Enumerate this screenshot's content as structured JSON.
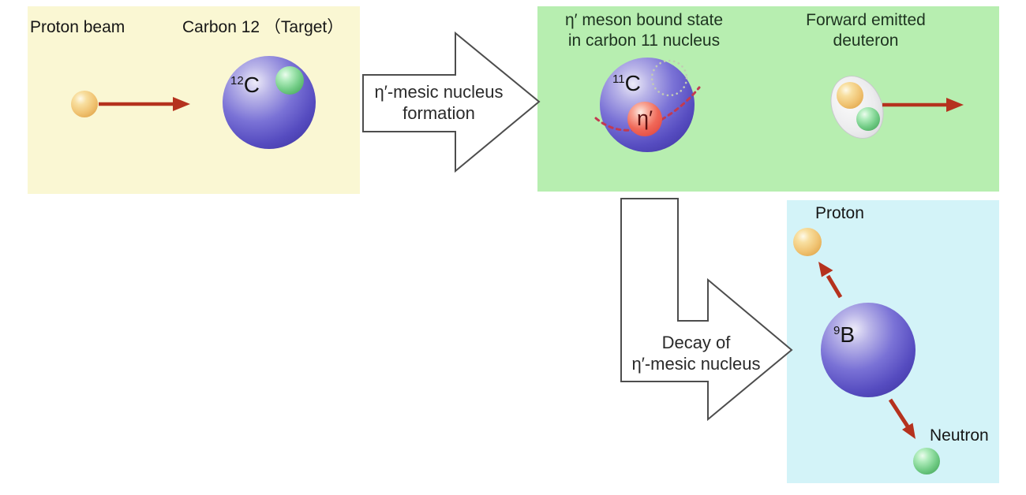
{
  "colors": {
    "panel_yellow": "#FAF7D3",
    "panel_green": "#B7EEB0",
    "panel_cyan": "#D3F3F8",
    "arrow_red": "#B5321E",
    "block_arrow_outline": "#4D4D4D",
    "orbit_dash_red": "#C23A50",
    "dotted_circle": "#C2CBB4",
    "nucleus_blue": "#564CC0",
    "proton_orange": "#EDBE66",
    "neutron_green": "#63C278",
    "meson_red": "#E85048"
  },
  "stage_initial": {
    "beam_label": "Proton beam",
    "target_label": "Carbon 12 （Target）",
    "nucleus_sup": "12",
    "nucleus_symbol": "C"
  },
  "formation_arrow": {
    "line1": "η′-mesic nucleus",
    "line2": "formation"
  },
  "stage_bound": {
    "title_line1": "η′ meson bound state",
    "title_line2": "in carbon 11 nucleus",
    "nucleus_sup": "11",
    "nucleus_symbol": "C",
    "meson_label": "η′",
    "deuteron_line1": "Forward emitted",
    "deuteron_line2": "deuteron"
  },
  "decay_arrow": {
    "line1": "Decay of",
    "line2": "η′-mesic nucleus"
  },
  "stage_decay": {
    "proton_label": "Proton",
    "neutron_label": "Neutron",
    "nucleus_sup": "9",
    "nucleus_symbol": "B"
  }
}
